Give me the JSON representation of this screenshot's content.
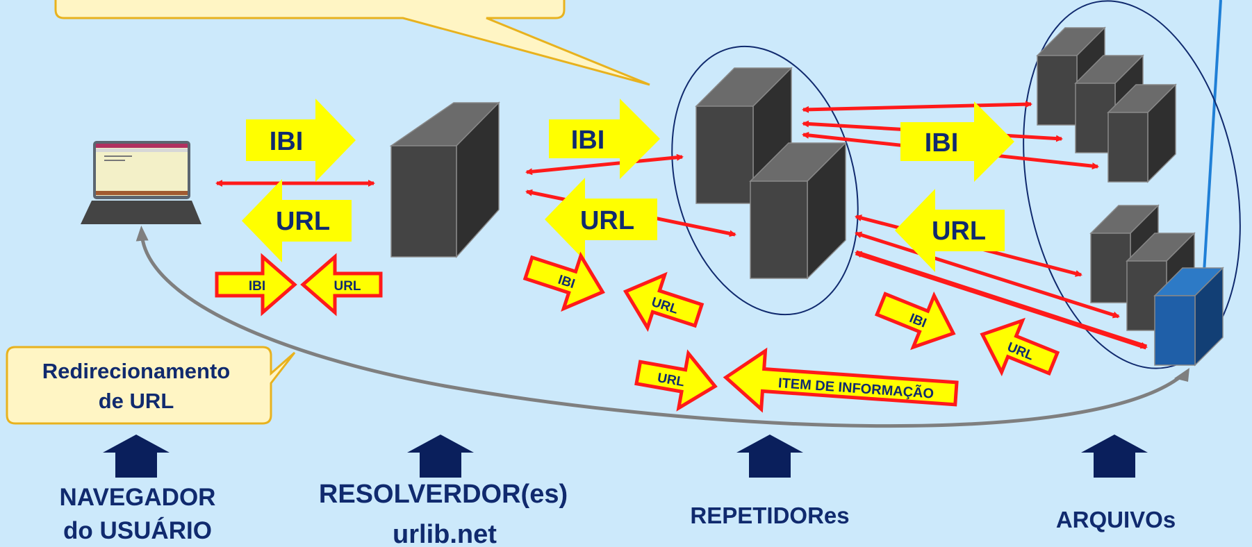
{
  "callout_top": {
    "text": ""
  },
  "callout_redirect": {
    "line1": "Redirecionamento",
    "line2": "de URL"
  },
  "big_arrows": {
    "ibi_1": "IBI",
    "url_1": "URL",
    "ibi_2": "IBI",
    "url_2": "URL",
    "ibi_3": "IBI",
    "url_3": "URL"
  },
  "small_arrows": {
    "ibi_1": "IBI",
    "url_1": "URL",
    "ibi_2": "IBI",
    "url_2": "URL",
    "ibi_3": "IBI",
    "url_3": "URL",
    "url_4": "URL",
    "item": "ITEM DE INFORMAÇÃO"
  },
  "labels": {
    "navegador_1": "NAVEGADOR",
    "navegador_2": "do USUÁRIO",
    "resolvedor_1": "RESOLVERDOR(es)",
    "resolvedor_2": "urlib.net",
    "repetidores": "REPETIDORes",
    "arquivos": "ARQUIVOs"
  },
  "colors": {
    "background": "#cce9fb",
    "arrow_yellow": "#ffff00",
    "arrow_red": "#ff1a1a",
    "server_gray": "#3f3f3f",
    "archive_blue": "#1f5fa8",
    "label_navy": "#102a6e",
    "up_arrow": "#0a1f5c",
    "callout_fill": "#fff5c4",
    "callout_border": "#e8b21e",
    "redirect_curve": "#7f7f7f"
  }
}
